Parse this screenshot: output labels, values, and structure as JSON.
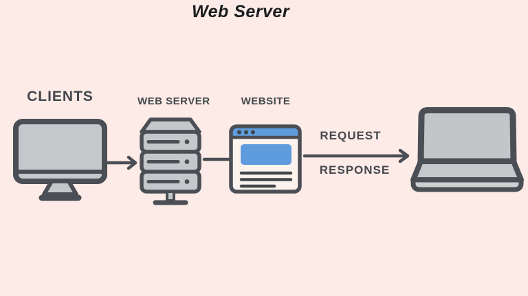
{
  "title": "Web Server",
  "nodes": {
    "clients": {
      "label": "CLIENTS",
      "icon": "desktop-monitor-icon"
    },
    "web_server": {
      "label": "WEB SERVER",
      "icon": "server-stack-icon"
    },
    "website": {
      "label": "WEBSITE",
      "icon": "browser-window-icon"
    },
    "client_device": {
      "icon": "laptop-icon"
    }
  },
  "edges": {
    "clients_to_server": {
      "type": "arrow-right"
    },
    "server_to_website": {
      "type": "plain-line"
    },
    "website_to_laptop": {
      "type": "arrow-right",
      "label_top": "REQUEST",
      "label_bottom": "RESPONSE"
    }
  },
  "colors": {
    "background": "#fcebe7",
    "outline_dark": "#4b4e54",
    "fill_gray": "#c5c8ca",
    "laptop_base_gray": "#ccd1d2",
    "accent_blue": "#5f9cdd",
    "browser_body": "#fdf3ee",
    "label_text": "#45484d",
    "title_text": "#1b1c1e"
  }
}
